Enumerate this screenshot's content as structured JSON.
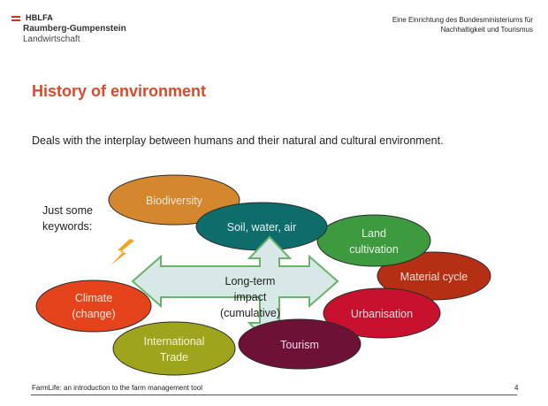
{
  "header": {
    "logo_line1": "HBLFA",
    "logo_line2": "Raumberg-Gumpenstein",
    "logo_line3": "Landwirtschaft",
    "ministry_line1": "Eine Einrichtung des Bundesministeriums für",
    "ministry_line2": "Nachhaltigkeit und Tourismus"
  },
  "slide": {
    "title": "History of environment",
    "intro": "Deals with the interplay between humans and their natural and cultural environment.",
    "keywords_label": "Just some keywords:"
  },
  "diagram": {
    "center_line1": "Long-term",
    "center_line2": "impact",
    "center_line3": "(cumulative)",
    "ellipses": {
      "biodiversity": "Biodiversity",
      "soil_water_air": "Soil, water, air",
      "land_cultivation_1": "Land",
      "land_cultivation_2": "cultivation",
      "material_cycle": "Material cycle",
      "climate_1": "Climate",
      "climate_2": "(change)",
      "urbanisation": "Urbanisation",
      "international_trade_1": "International",
      "international_trade_2": "Trade",
      "tourism": "Tourism"
    },
    "colors": {
      "biodiversity": "#d5872e",
      "soil_water_air": "#0e6d6a",
      "land_cultivation": "#3e9a3e",
      "material_cycle": "#b42f14",
      "climate": "#e5431c",
      "urbanisation": "#c8112e",
      "international_trade": "#9ea51d",
      "tourism": "#6e1137",
      "arrow_fill": "#d8e8e6",
      "arrow_stroke": "#6bb26c",
      "lightning": "#f5a21d"
    }
  },
  "footer": {
    "text": "FarmLife: an introduction to the farm management tool",
    "page_number": "4"
  }
}
